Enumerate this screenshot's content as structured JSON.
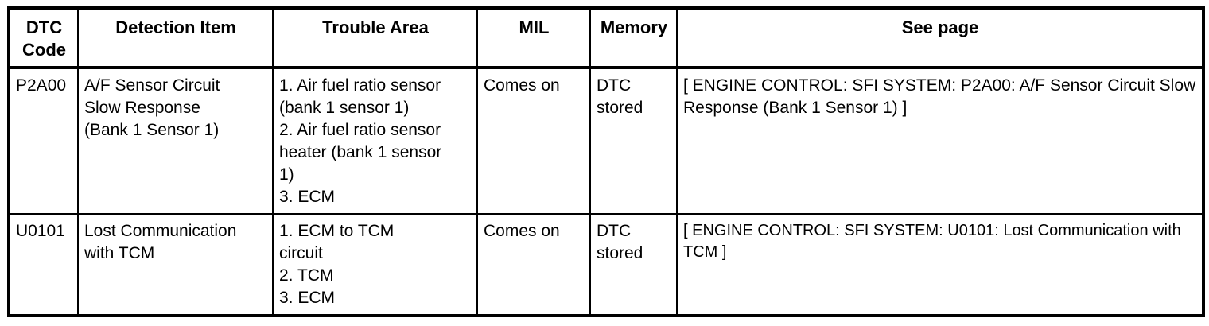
{
  "table": {
    "columns": [
      {
        "key": "dtc_code",
        "label": "DTC\nCode"
      },
      {
        "key": "detection_item",
        "label": "Detection Item"
      },
      {
        "key": "trouble_area",
        "label": "Trouble Area"
      },
      {
        "key": "mil",
        "label": "MIL"
      },
      {
        "key": "memory",
        "label": "Memory"
      },
      {
        "key": "see_page",
        "label": "See page"
      }
    ],
    "rows": [
      {
        "dtc_code": "P2A00",
        "detection_item": "A/F Sensor Circuit\nSlow Response\n(Bank 1 Sensor 1)",
        "trouble_area": "1. Air fuel ratio sensor\n(bank 1 sensor 1)\n2. Air fuel ratio sensor\nheater (bank 1 sensor\n1)\n3. ECM",
        "mil": "Comes on",
        "memory": "DTC\nstored",
        "see_page": "[ ENGINE CONTROL: SFI SYSTEM: P2A00: A/F Sensor Circuit Slow Response (Bank 1 Sensor 1) ]"
      },
      {
        "dtc_code": "U0101",
        "detection_item": "Lost Communication\nwith TCM",
        "trouble_area": "1. ECM to TCM\ncircuit\n2. TCM\n3. ECM",
        "mil": "Comes on",
        "memory": "DTC\nstored",
        "see_page": "[ ENGINE CONTROL: SFI SYSTEM: U0101: Lost Communication with TCM ]"
      }
    ]
  },
  "colors": {
    "rule": "#000000",
    "text": "#000000",
    "background": "#ffffff"
  }
}
